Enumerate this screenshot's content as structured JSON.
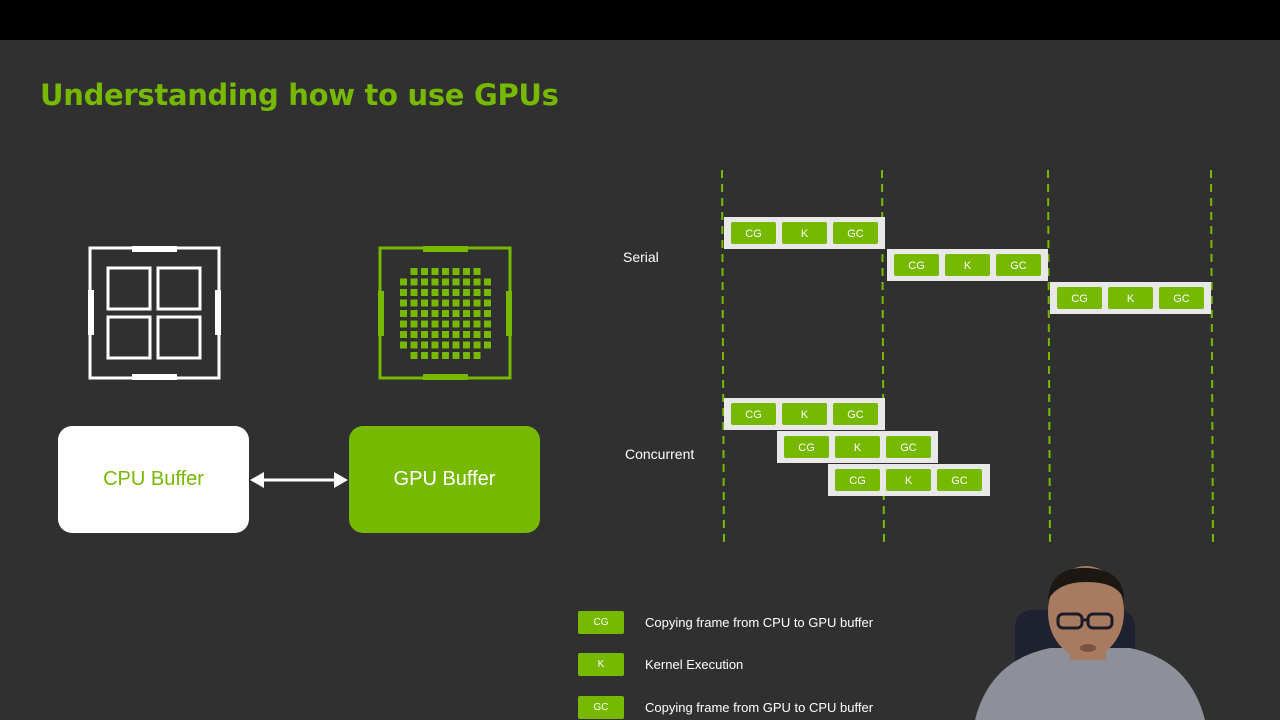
{
  "slide": {
    "title": "Understanding how to use GPUs"
  },
  "buffers": {
    "cpu_label": "CPU Buffer",
    "gpu_label": "GPU Buffer"
  },
  "timeline": {
    "serial_label": "Serial",
    "concurrent_label": "Concurrent",
    "stage_labels": [
      "CG",
      "K",
      "GC"
    ]
  },
  "legend": [
    {
      "abbr": "CG",
      "text": "Copying frame from CPU to GPU buffer"
    },
    {
      "abbr": "K",
      "text": "Kernel Execution"
    },
    {
      "abbr": "GC",
      "text": "Copying frame from GPU to CPU buffer"
    }
  ],
  "colors": {
    "accent": "#76b900",
    "background": "#303030",
    "white": "#ffffff"
  },
  "icons": {
    "cpu": "cpu-chip-icon",
    "gpu": "gpu-chip-icon",
    "arrow": "bidirectional-arrow-icon"
  }
}
